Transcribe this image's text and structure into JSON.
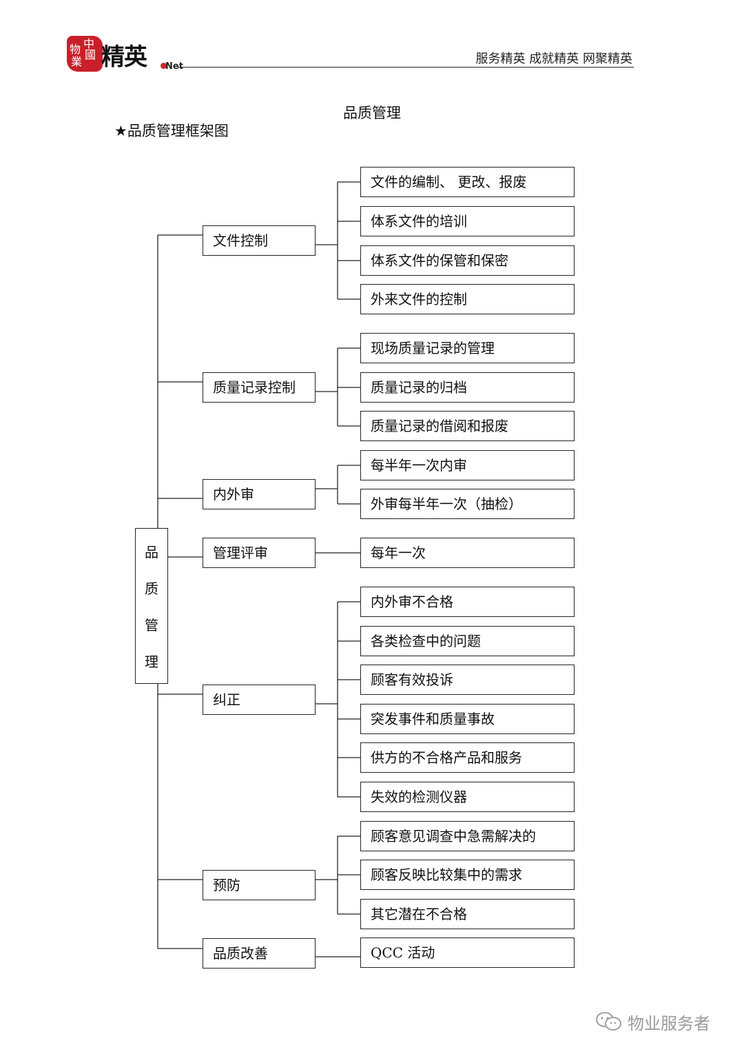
{
  "header": {
    "logo_seal_chars": [
      "中",
      "國",
      "物",
      "業"
    ],
    "logo_text": "精英",
    "logo_suffix": "Net",
    "slogan": "服务精英 成就精英 网聚精英",
    "accent_color": "#c8202a"
  },
  "doc_title": "品质管理",
  "section_heading": "★品质管理框架图",
  "diagram": {
    "root": {
      "chars": [
        "品",
        "质",
        "管",
        "理"
      ]
    },
    "branches": [
      {
        "label": "文件控制",
        "items": [
          "文件的编制、 更改、报废",
          "体系文件的培训",
          "体系文件的保管和保密",
          "外来文件的控制"
        ]
      },
      {
        "label": "质量记录控制",
        "items": [
          "现场质量记录的管理",
          "质量记录的归档",
          "质量记录的借阅和报废"
        ]
      },
      {
        "label": "内外审",
        "items": [
          "每半年一次内审",
          "外审每半年一次（抽检）"
        ]
      },
      {
        "label": "管理评审",
        "items": [
          "每年一次"
        ]
      },
      {
        "label": "纠正",
        "items": [
          "内外审不合格",
          "各类检查中的问题",
          "顾客有效投诉",
          "突发事件和质量事故",
          "供方的不合格产品和服务",
          "失效的检测仪器"
        ]
      },
      {
        "label": "预防",
        "items": [
          "顾客意见调查中急需解决的",
          "顾客反映比较集中的需求",
          "其它潜在不合格"
        ]
      },
      {
        "label": "品质改善",
        "items": [
          "QCC 活动"
        ]
      }
    ]
  },
  "watermark": {
    "icon": "wechat-icon",
    "text": "物业服务者"
  }
}
